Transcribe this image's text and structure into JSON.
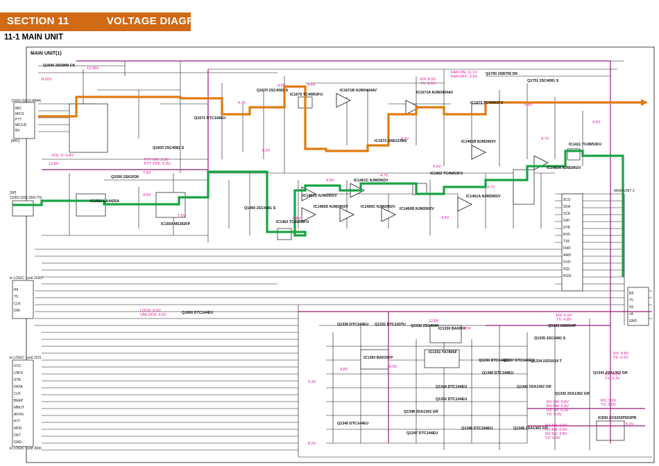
{
  "header": {
    "section_label": "SECTION 11",
    "section_title": "VOLTAGE DIAGRAM"
  },
  "unit_title": "11-1 MAIN UNIT",
  "frame_label": "MAIN UNIT(1)",
  "colors": {
    "header_bg": "#d06a14",
    "wire": "#111111",
    "audio_path": "#e07a10",
    "rx_path": "#19a244",
    "power_line": "#9a1a7a",
    "voltage_text": "#e0119a"
  },
  "components": [
    {
      "name": "Q1600 2SD999 CK"
    },
    {
      "name": "Q1670 2SC4081 S"
    },
    {
      "name": "Q1671 DTC144EU"
    },
    {
      "name": "IC1670 TC4W53FU"
    },
    {
      "name": "IC1671B NJM3404AV"
    },
    {
      "name": "IC1671A NJM3404AV"
    },
    {
      "name": "Q1700 2SB706 DK"
    },
    {
      "name": "Q1751 2SC4081 S"
    },
    {
      "name": "IC1673 TC4W53FU"
    },
    {
      "name": "IC1672 AN6123MS"
    },
    {
      "name": "IC1461B NJM2902V"
    },
    {
      "name": "IC1411 TC4W53FU"
    },
    {
      "name": "IC1460A NJM2902V"
    },
    {
      "name": "Q1603 2SC4081 S"
    },
    {
      "name": "Q1550 2SK2036"
    },
    {
      "name": "IC1551 LA4425A"
    },
    {
      "name": "IC1550 M5282FP"
    },
    {
      "name": "Q1400 2SC4081 S"
    },
    {
      "name": "IC1461D NJM2902V"
    },
    {
      "name": "IC1461C NJM2902V"
    },
    {
      "name": "IC1462 TC4W53FU"
    },
    {
      "name": "IC1461A NJM2902V"
    },
    {
      "name": "IC1460D NJM2902V"
    },
    {
      "name": "IC1460C NJM2902V"
    },
    {
      "name": "IC1460B NJM2902V"
    },
    {
      "name": "IC1463 TC4W53FU"
    },
    {
      "name": "Q1800 DTC144EU"
    },
    {
      "name": "Q1330 DTC144EU"
    },
    {
      "name": "Q1331 DTC143TU"
    },
    {
      "name": "Q1332 2SC4684"
    },
    {
      "name": "IC1330 BA00FP"
    },
    {
      "name": "IC1331 TA7805F"
    },
    {
      "name": "IC1350 BA033FP"
    },
    {
      "name": "Q1333 2SB934P"
    },
    {
      "name": "Q1335 2SC4081 S"
    },
    {
      "name": "Q1334 2SD1619 T"
    },
    {
      "name": "Q1336 DTC144EU"
    },
    {
      "name": "Q1337 DTC144EU"
    },
    {
      "name": "Q1340 DTC144EU"
    },
    {
      "name": "Q1341 2SA1362 GR"
    },
    {
      "name": "Q1342 2SA1362 GR"
    },
    {
      "name": "Q1343 2SA1362 GR"
    },
    {
      "name": "Q1344 DTC144EU"
    },
    {
      "name": "Q1352 DTC144EU"
    },
    {
      "name": "Q1348 2SA1362 GR"
    },
    {
      "name": "Q1345 DTC144EU"
    },
    {
      "name": "Q1347 DTC144EU"
    },
    {
      "name": "Q1346 DTC144EU"
    },
    {
      "name": "Q1349 2SA1362 GR"
    },
    {
      "name": "IC830 XC6202P502PR"
    }
  ],
  "voltage_labels": [
    {
      "text": "12.36V"
    },
    {
      "text": "8.62V"
    },
    {
      "text": "4.3V"
    },
    {
      "text": "4.6V"
    },
    {
      "text": "RX: 8.5V"
    },
    {
      "text": "TX: 8.5V"
    },
    {
      "text": "FAN ON: 11.1V"
    },
    {
      "text": "FAN OFF: 0.0V"
    },
    {
      "text": "4.6V"
    },
    {
      "text": "5.6V"
    },
    {
      "text": "4.6V"
    },
    {
      "text": "0.2V"
    },
    {
      "text": "4.7V"
    },
    {
      "text": "4.7V"
    },
    {
      "text": "4.7V"
    },
    {
      "text": "4.6V"
    },
    {
      "text": "VOL: 0~0.8V"
    },
    {
      "text": "12.8V"
    },
    {
      "text": "PTT ON: 3.3V"
    },
    {
      "text": "PTT OFF: 0.0V"
    },
    {
      "text": "7.6V"
    },
    {
      "text": "3.6V"
    },
    {
      "text": "7.6V"
    },
    {
      "text": "4.6V"
    },
    {
      "text": "4.7V"
    },
    {
      "text": "4.6V"
    },
    {
      "text": "4.6V"
    },
    {
      "text": "LOCK: 0.0V"
    },
    {
      "text": "UNLOCK: 3.0V"
    },
    {
      "text": "12.8V"
    },
    {
      "text": "5.0V"
    },
    {
      "text": "4.8V"
    },
    {
      "text": "10.5V"
    },
    {
      "text": "3.3V"
    },
    {
      "text": "RX: 0.0V"
    },
    {
      "text": "TX: 4.8V"
    },
    {
      "text": "RX: 4.8V"
    },
    {
      "text": "TX: 0.0V"
    },
    {
      "text": "RX: 0.0V"
    },
    {
      "text": "TX: 3.3V"
    },
    {
      "text": "RX: 3.3V"
    },
    {
      "text": "TX: 0.0V"
    },
    {
      "text": "RX FM: 4.8V"
    },
    {
      "text": "RX AM: 0.6V"
    },
    {
      "text": "RX DV: 0.0V"
    },
    {
      "text": "TX: 0.0V"
    },
    {
      "text": "RX FM: 0.0V"
    },
    {
      "text": "RX AM: 0.6V"
    },
    {
      "text": "RX DV: 4.8V"
    },
    {
      "text": "TX: 0.0V"
    },
    {
      "text": "5.1V"
    },
    {
      "text": "8.6V"
    }
  ],
  "connectors": [
    {
      "name": "J1600 (SS15-8844)"
    },
    {
      "name": "[MIC]"
    },
    {
      "name": "J1550 (SS1-5M1-T5)"
    },
    {
      "name": "[SP]"
    },
    {
      "name": "to LOGIC 1unit J1607"
    },
    {
      "name": "to LOGIC 1unit J101"
    },
    {
      "name": "to LOGIC 1unit J600"
    },
    {
      "name": "MAIN UNIT 2"
    }
  ]
}
